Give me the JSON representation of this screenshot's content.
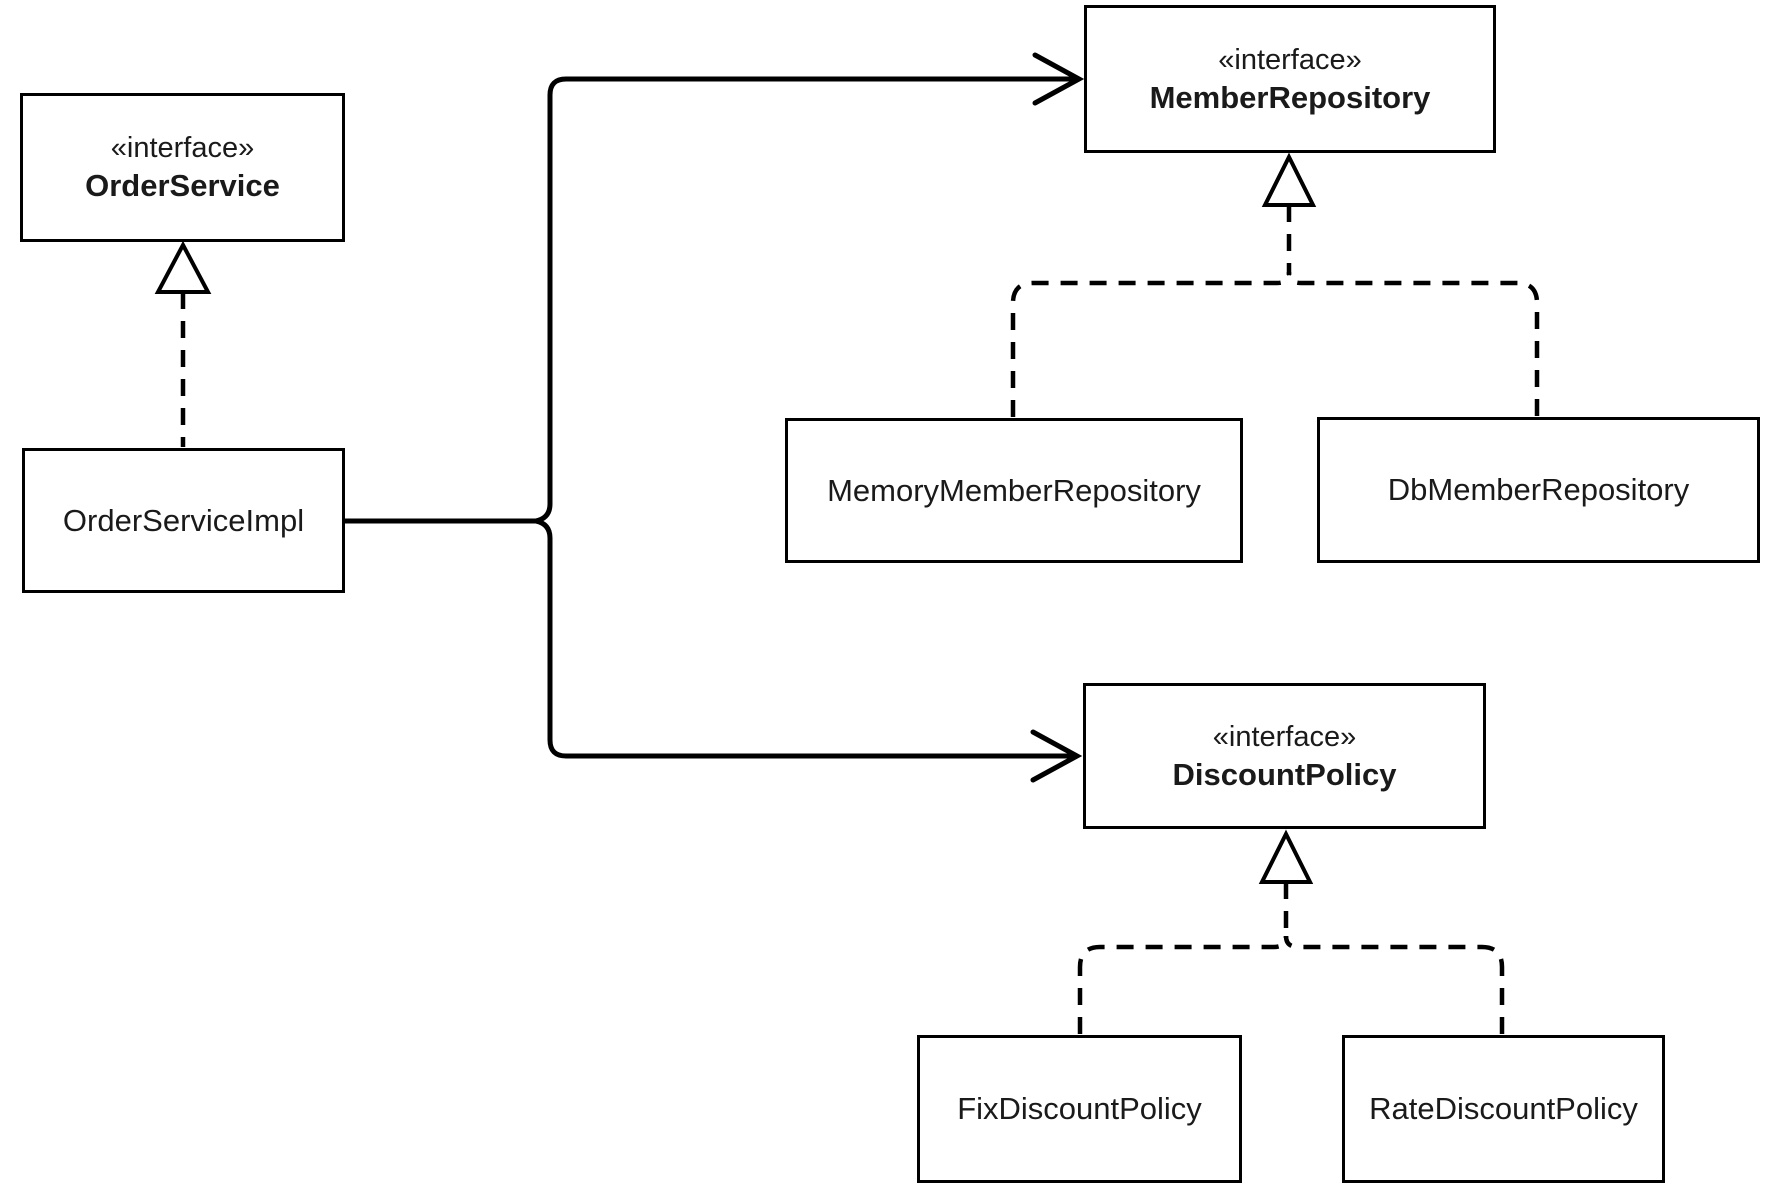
{
  "diagram": {
    "type": "uml-class-diagram",
    "background_color": "#ffffff",
    "line_color": "#000000",
    "nodes": {
      "order_service": {
        "stereotype": "«interface»",
        "name": "OrderService"
      },
      "order_service_impl": {
        "name": "OrderServiceImpl"
      },
      "member_repository": {
        "stereotype": "«interface»",
        "name": "MemberRepository"
      },
      "memory_member_repository": {
        "name": "MemoryMemberRepository"
      },
      "db_member_repository": {
        "name": "DbMemberRepository"
      },
      "discount_policy": {
        "stereotype": "«interface»",
        "name": "DiscountPolicy"
      },
      "fix_discount_policy": {
        "name": "FixDiscountPolicy"
      },
      "rate_discount_policy": {
        "name": "RateDiscountPolicy"
      }
    },
    "relations": [
      {
        "from": "OrderServiceImpl",
        "to": "OrderService",
        "type": "realization",
        "line": "dashed",
        "head": "hollow-triangle"
      },
      {
        "from": "MemoryMemberRepository",
        "to": "MemberRepository",
        "type": "realization",
        "line": "dashed",
        "head": "hollow-triangle"
      },
      {
        "from": "DbMemberRepository",
        "to": "MemberRepository",
        "type": "realization",
        "line": "dashed",
        "head": "hollow-triangle"
      },
      {
        "from": "FixDiscountPolicy",
        "to": "DiscountPolicy",
        "type": "realization",
        "line": "dashed",
        "head": "hollow-triangle"
      },
      {
        "from": "RateDiscountPolicy",
        "to": "DiscountPolicy",
        "type": "realization",
        "line": "dashed",
        "head": "hollow-triangle"
      },
      {
        "from": "OrderServiceImpl",
        "to": "MemberRepository",
        "type": "dependency",
        "line": "solid",
        "head": "open-arrow"
      },
      {
        "from": "OrderServiceImpl",
        "to": "DiscountPolicy",
        "type": "dependency",
        "line": "solid",
        "head": "open-arrow"
      }
    ]
  }
}
